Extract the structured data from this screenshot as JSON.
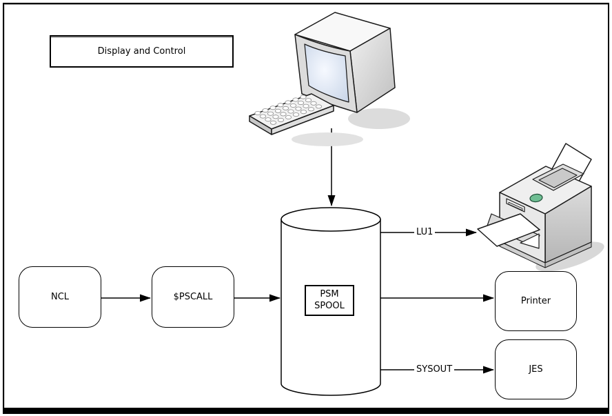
{
  "diagram": {
    "title_box": {
      "label": "Display and Control"
    },
    "nodes": {
      "ncl": {
        "label": "NCL"
      },
      "pscall": {
        "label": "$PSCALL"
      },
      "psm_spool": {
        "line1": "PSM",
        "line2": "SPOOL"
      },
      "printer": {
        "label": "Printer"
      },
      "jes": {
        "label": "JES"
      }
    },
    "connectors": {
      "lu1": {
        "label": "LU1"
      },
      "sysout": {
        "label": "SYSOUT"
      }
    },
    "icons": {
      "workstation": "crt-monitor-with-keyboard",
      "printer_device": "laser-printer-with-paper",
      "spool": "disk-cylinder"
    },
    "colors": {
      "line": "#000000",
      "background": "#ffffff",
      "device_gray": "#d9d9d9",
      "screen_tint": "#d7e1f0",
      "button_green": "#6fbe93"
    }
  }
}
